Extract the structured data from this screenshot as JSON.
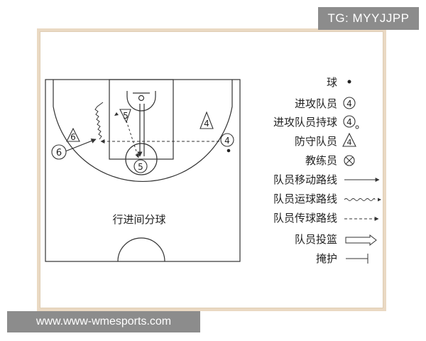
{
  "badges": {
    "tg": "TG: MYYJJPP",
    "url": "www.www-wmesports.com"
  },
  "court": {
    "caption": "行进间分球",
    "players": [
      {
        "id": "offense-5-top",
        "label": "5",
        "kind": "offense"
      },
      {
        "id": "offense-5-bottom",
        "label": "5",
        "kind": "offense"
      },
      {
        "id": "offense-4",
        "label": "4",
        "kind": "offense"
      },
      {
        "id": "defense-4",
        "label": "4",
        "kind": "defense"
      },
      {
        "id": "defense-6",
        "label": "6",
        "kind": "defense"
      },
      {
        "id": "offense-6-ball",
        "label": "6",
        "kind": "offense-with-ball"
      }
    ]
  },
  "legend": {
    "ball": {
      "label": "球"
    },
    "offense": {
      "label": "进攻队员",
      "symbol": "4"
    },
    "offense_with_ball": {
      "label": "进攻队员持球",
      "symbol": "4"
    },
    "defense": {
      "label": "防守队员",
      "symbol": "4"
    },
    "coach": {
      "label": "教练员"
    },
    "move": {
      "label": "队员移动路线"
    },
    "dribble": {
      "label": "队员运球路线"
    },
    "pass": {
      "label": "队员传球路线"
    },
    "shoot": {
      "label": "队员投篮"
    },
    "screen": {
      "label": "掩护"
    }
  }
}
